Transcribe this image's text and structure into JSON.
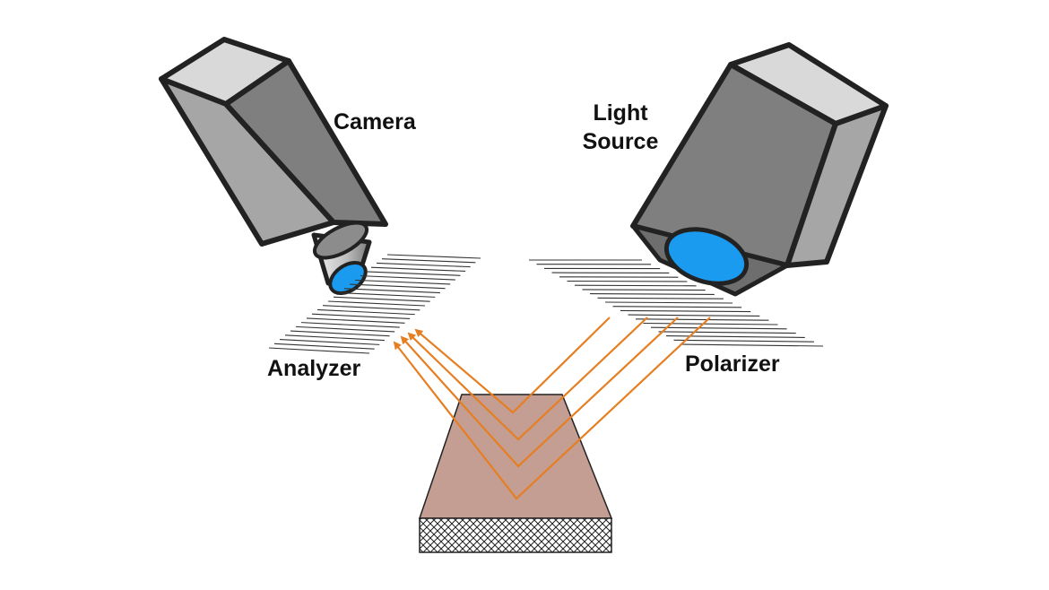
{
  "labels": {
    "camera": "Camera",
    "light_source_line1": "Light",
    "light_source_line2": "Source",
    "analyzer": "Analyzer",
    "polarizer": "Polarizer"
  },
  "colors": {
    "housing_front": "#a6a6a6",
    "housing_top": "#d9d9d9",
    "housing_side": "#7f7f7f",
    "lens_blue": "#1a9bf0",
    "beam": "#e67e22",
    "sample": "#c49e92",
    "outline": "#222222"
  },
  "icons": [
    "camera-icon",
    "light-source-icon",
    "analyzer-filter",
    "polarizer-filter",
    "sample-block"
  ]
}
